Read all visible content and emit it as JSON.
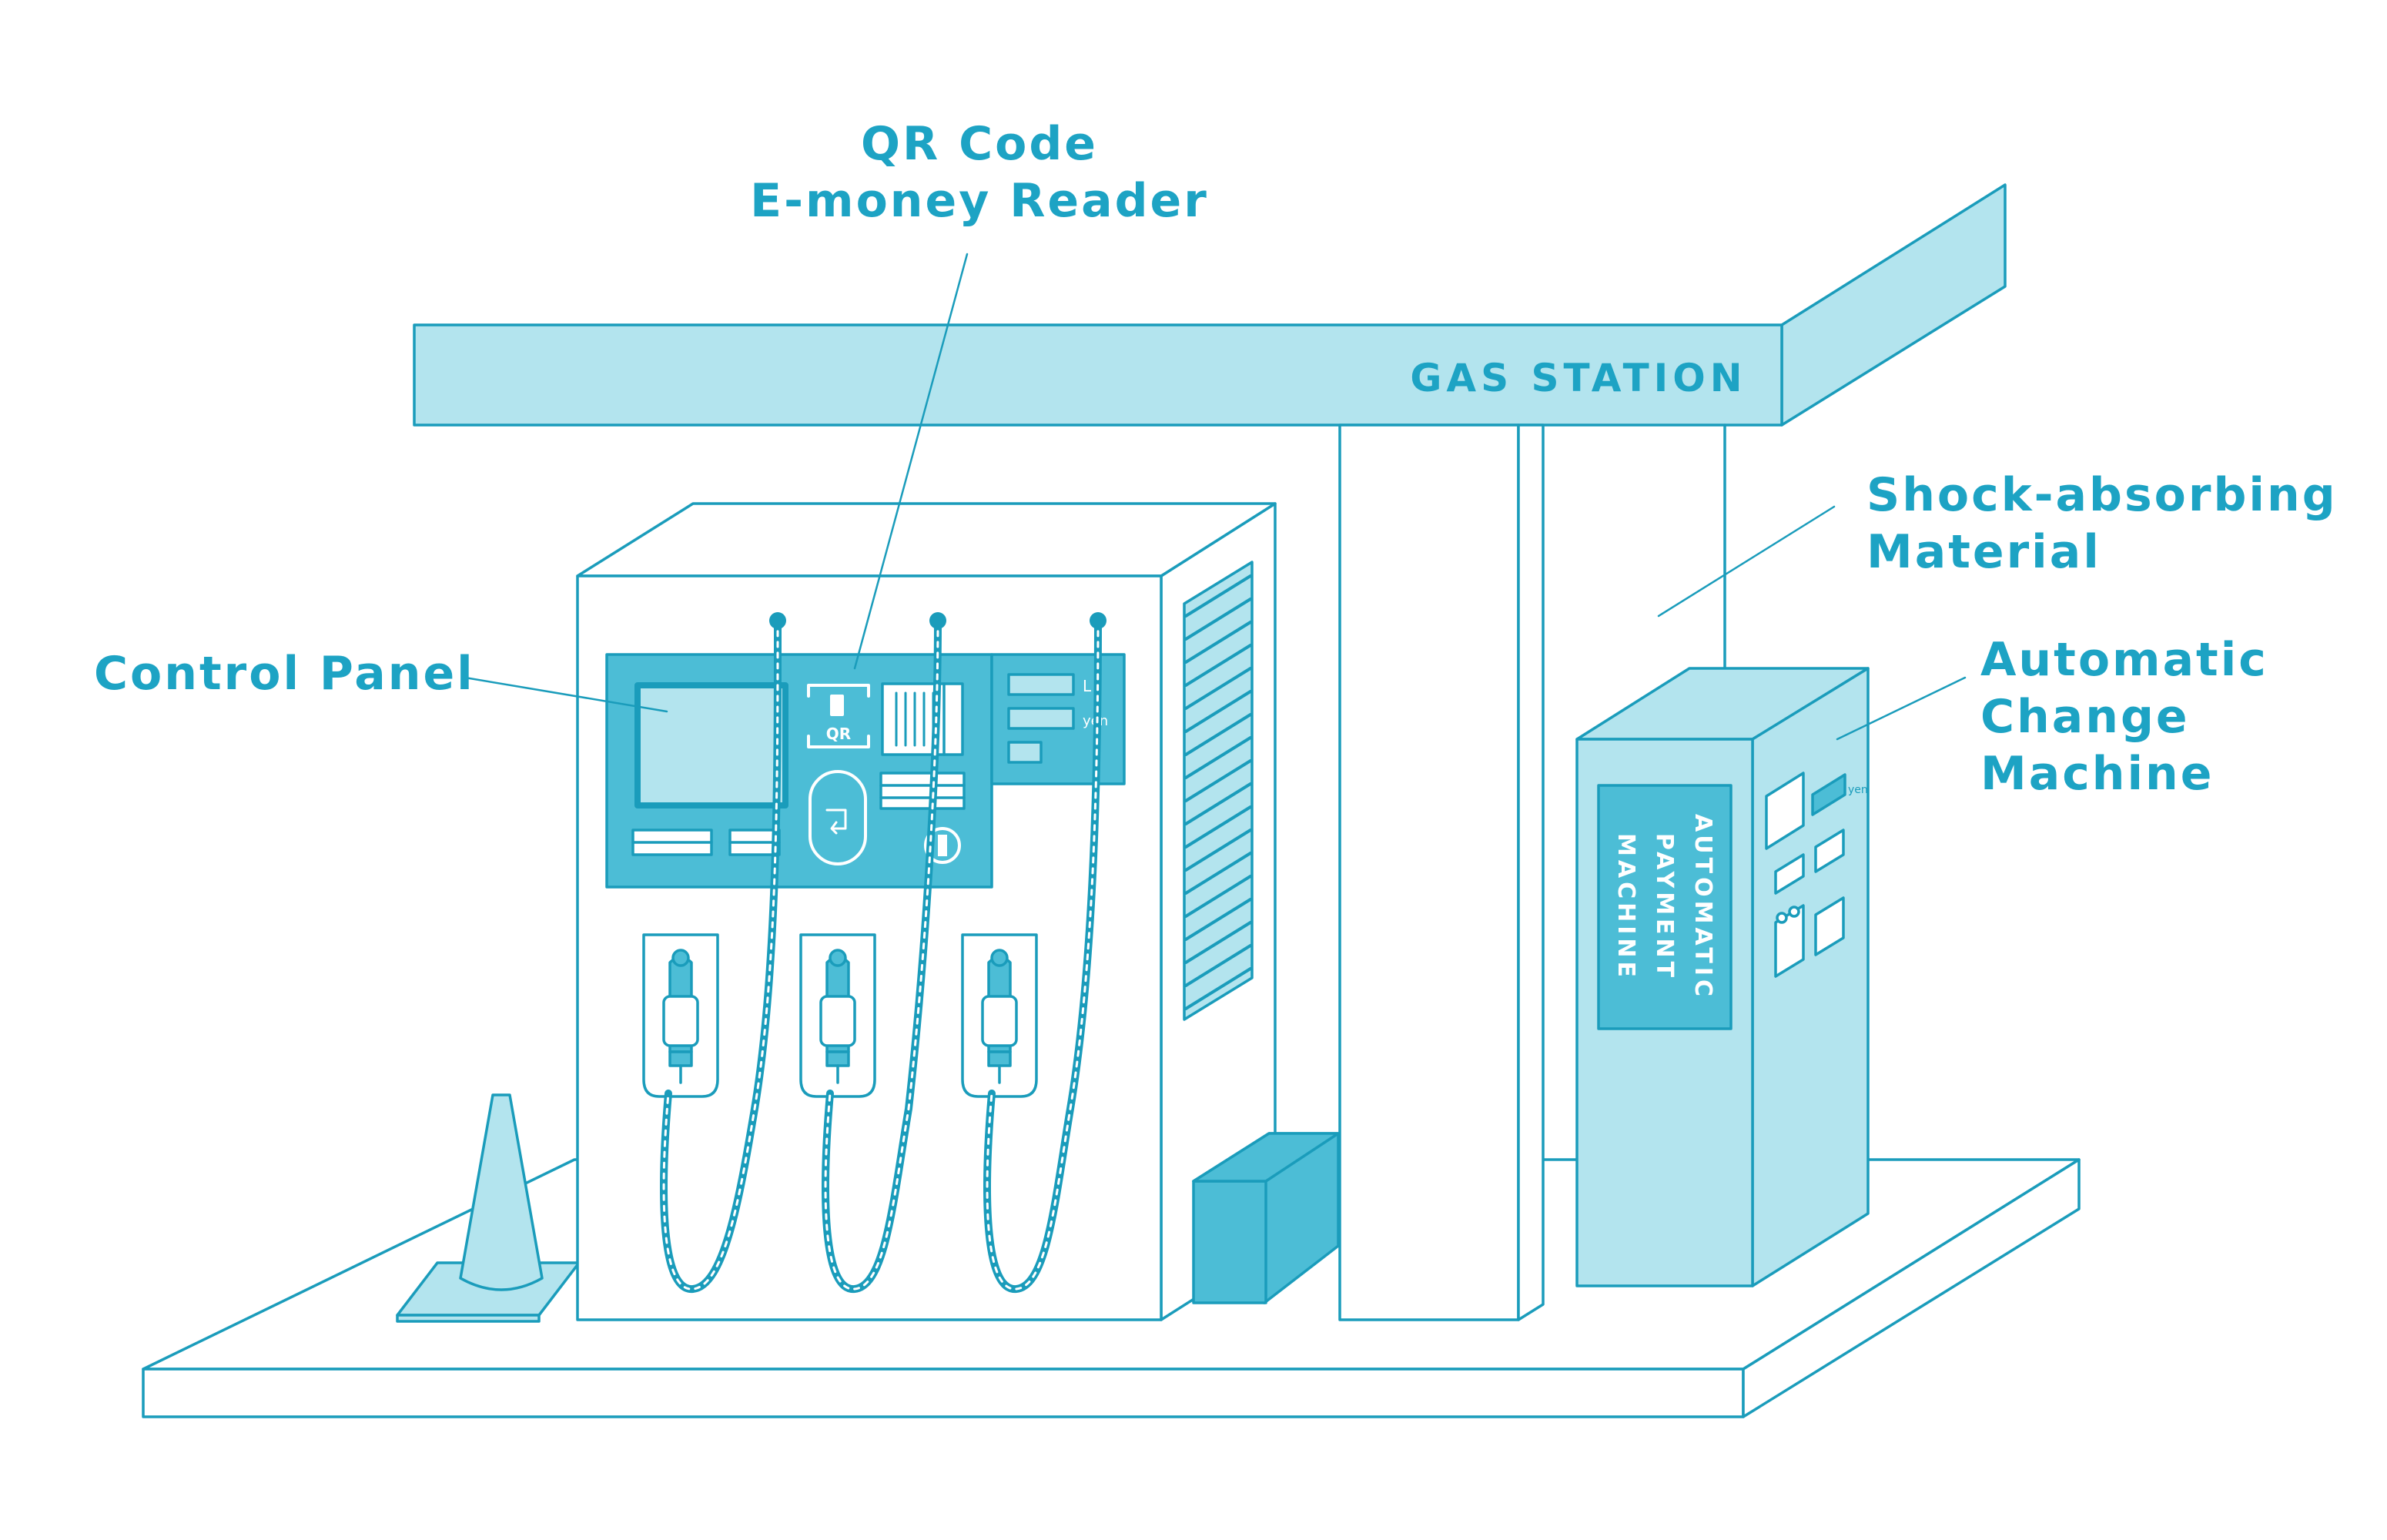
{
  "canopy": {
    "sign": "GAS STATION"
  },
  "callouts": {
    "qr_reader": [
      "QR Code",
      "E-money Reader"
    ],
    "control_panel": [
      "Control Panel"
    ],
    "shock_absorbing": [
      "Shock-absorbing",
      "Material"
    ],
    "change_machine": [
      "Automatic",
      "Change",
      "Machine"
    ]
  },
  "pump": {
    "qr_label": "QR",
    "unit_liters": "L",
    "unit_yen": "yen"
  },
  "payment_machine": {
    "label_lines": [
      "AUTOMATIC",
      "PAYMENT",
      "MACHINE"
    ],
    "unit_yen": "yen"
  },
  "colors": {
    "outline": "#1a9cbb",
    "light_fill": "#b3e4ee",
    "mid_fill": "#4cbdd6",
    "text": "#1da3c4",
    "white": "#ffffff"
  }
}
